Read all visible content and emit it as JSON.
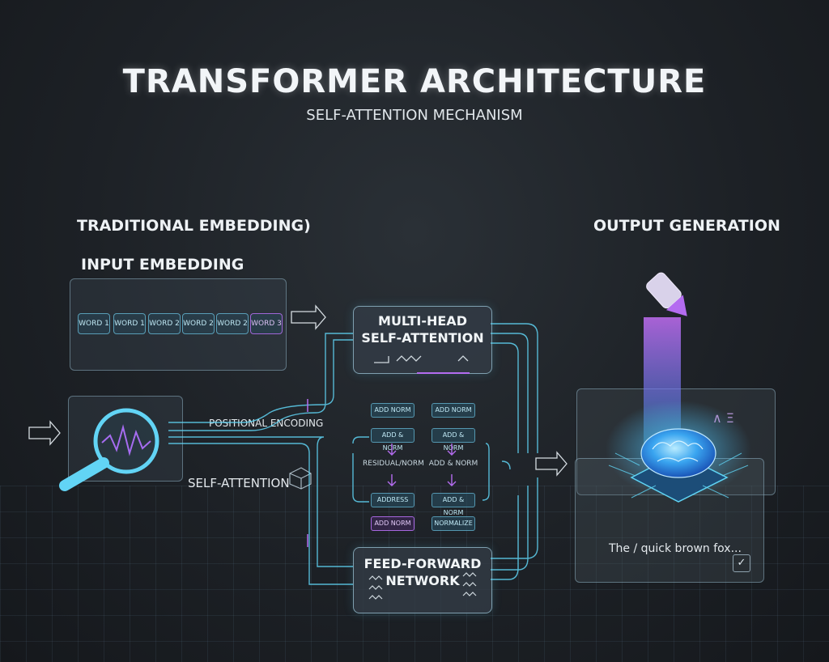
{
  "header": {
    "title": "TRANSFORMER ARCHITECTURE",
    "subtitle": "SELF-ATTENTION MECHANISM"
  },
  "left": {
    "heading": "TRADITIONAL EMBEDDING)",
    "input_embedding_label": "INPUT EMBEDDING",
    "tokens": [
      "WORD 1",
      "WORD 1",
      "WORD 2",
      "WORD 2",
      "WORD 2",
      "WORD 3"
    ],
    "positional_encoding_label": "POSITIONAL ENCODING",
    "self_attention_label": "SELF-ATTENTION"
  },
  "center": {
    "attention_title_1": "MULTI-HEAD",
    "attention_title_2": "SELF-ATTENTION",
    "inner_blocks": {
      "row1": [
        "ADD NORM",
        "ADD NORM"
      ],
      "row2": [
        "ADD & NORM",
        "ADD & NORM"
      ],
      "mid_labels": [
        "RESIDUAL/NORM",
        "ADD & NORM"
      ],
      "row3": [
        "ADDRESS",
        "ADD & NORM"
      ],
      "row4": [
        "ADD NORM",
        "NORMALIZE"
      ]
    },
    "ffn_title_1": "FEED-FORWARD",
    "ffn_title_2": "NETWORK"
  },
  "right": {
    "heading": "OUTPUT GENERATION",
    "output_text": "The / quick  brown fox...",
    "check_glyph": "✓"
  },
  "colors": {
    "cyan": "#5fd3f3",
    "purple": "#b46cf0",
    "background": "#1d2126"
  }
}
